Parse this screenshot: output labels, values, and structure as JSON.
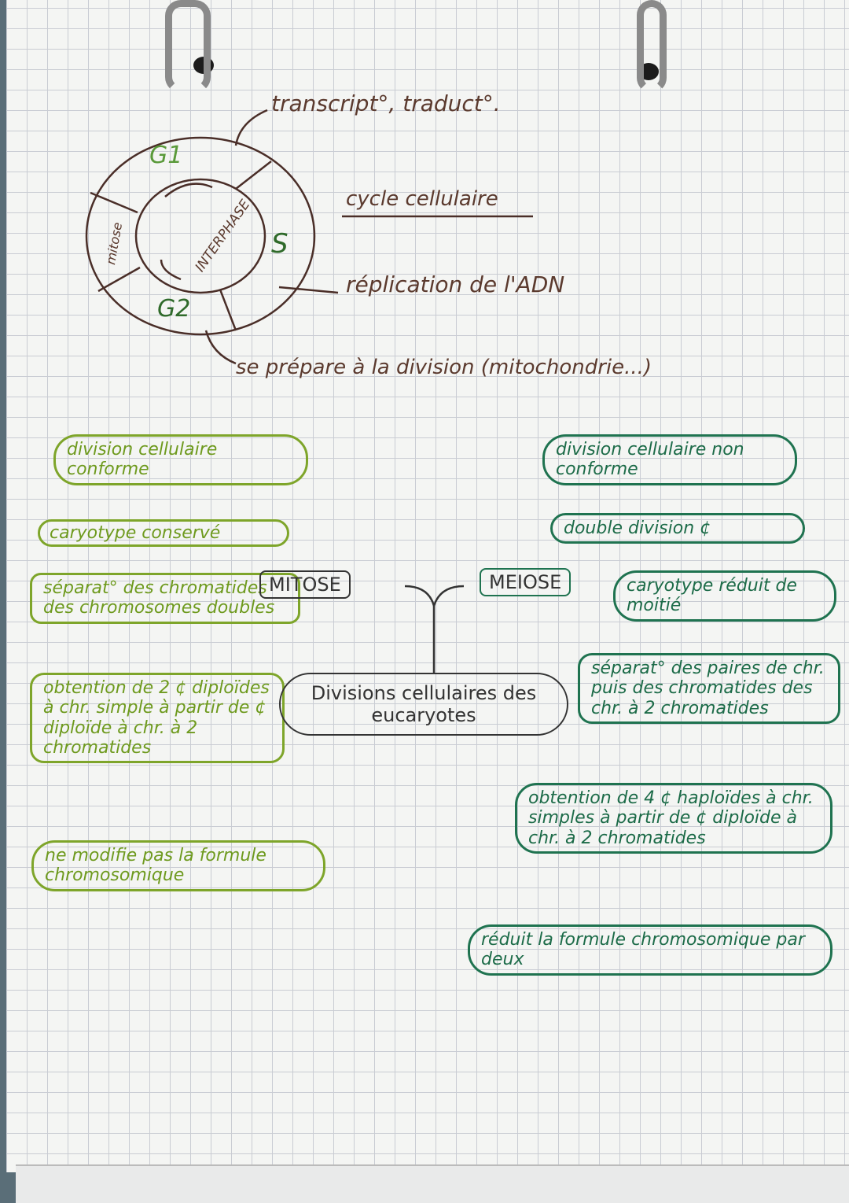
{
  "cycle": {
    "title": "cycle cellulaire",
    "phases": {
      "g1": "G1",
      "s": "S",
      "g2": "G2",
      "mitose": "mitose",
      "interphase": "INTERPHASE"
    },
    "annotations": {
      "g1": "transcript°, traduct°.",
      "s": "réplication de l'ADN",
      "g2": "se prépare à la division (mitochondrie...)"
    }
  },
  "center": {
    "title": "Divisions cellulaires des eucaryotes",
    "mitose": "MITOSE",
    "meiose": "MEIOSE"
  },
  "mitose_notes": [
    "division cellulaire conforme",
    "caryotype conservé",
    "séparat° des chromatides des chromosomes doubles",
    "obtention de 2 ¢ diploïdes à chr. simple à partir de ¢ diploïde à chr. à 2 chromatides",
    "ne modifie pas la formule chromosomique"
  ],
  "meiose_notes": [
    "division cellulaire non conforme",
    "double division ¢",
    "caryotype réduit de moitié",
    "séparat° des paires de chr. puis des chromatides des chr. à 2 chromatides",
    "obtention de 4 ¢ haploïdes à chr. simples à partir de ¢ diploïde à chr. à 2 chromatides",
    "réduit la formule chromosomique par deux"
  ],
  "colors": {
    "mitose": "#7ea52a",
    "meiose": "#1f7350",
    "ink": "#5b3a2e"
  }
}
